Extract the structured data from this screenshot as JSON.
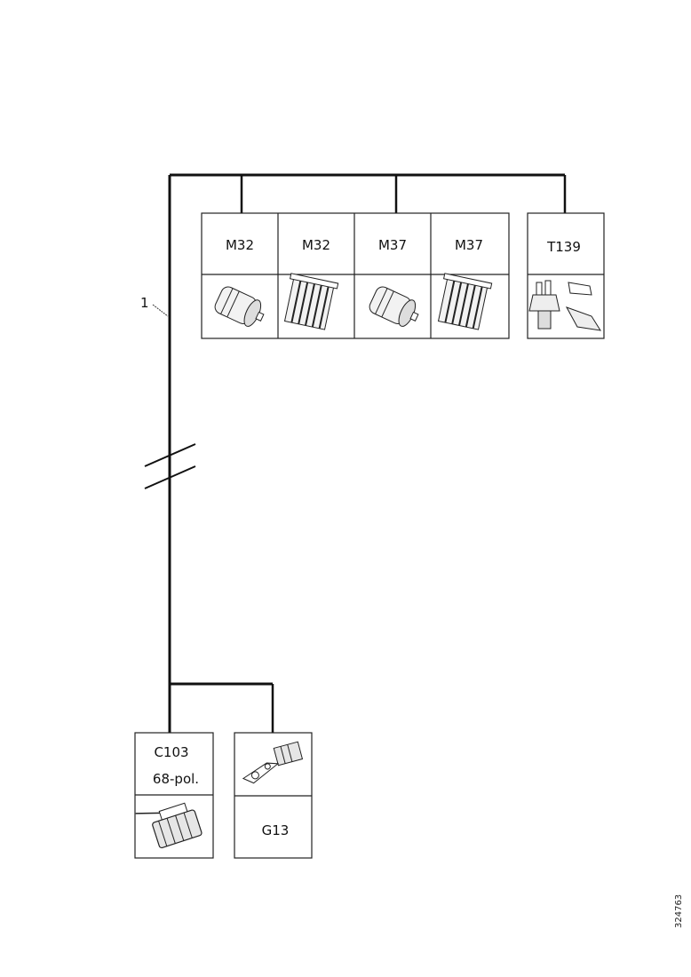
{
  "callout": "1",
  "components_top": [
    {
      "label": "M32",
      "icon": "pump-motor-icon"
    },
    {
      "label": "M32",
      "icon": "radiator-icon"
    },
    {
      "label": "M37",
      "icon": "pump-motor-icon"
    },
    {
      "label": "M37",
      "icon": "radiator-icon"
    }
  ],
  "sensor": {
    "label": "T139",
    "icon": "temperature-sensor-icon"
  },
  "connector": {
    "label": "C103",
    "sublabel": "68-pol.",
    "icon": "multi-pin-connector-icon"
  },
  "ground": {
    "label": "G13",
    "icon": "ground-point-icon"
  },
  "figure_code": "324763"
}
